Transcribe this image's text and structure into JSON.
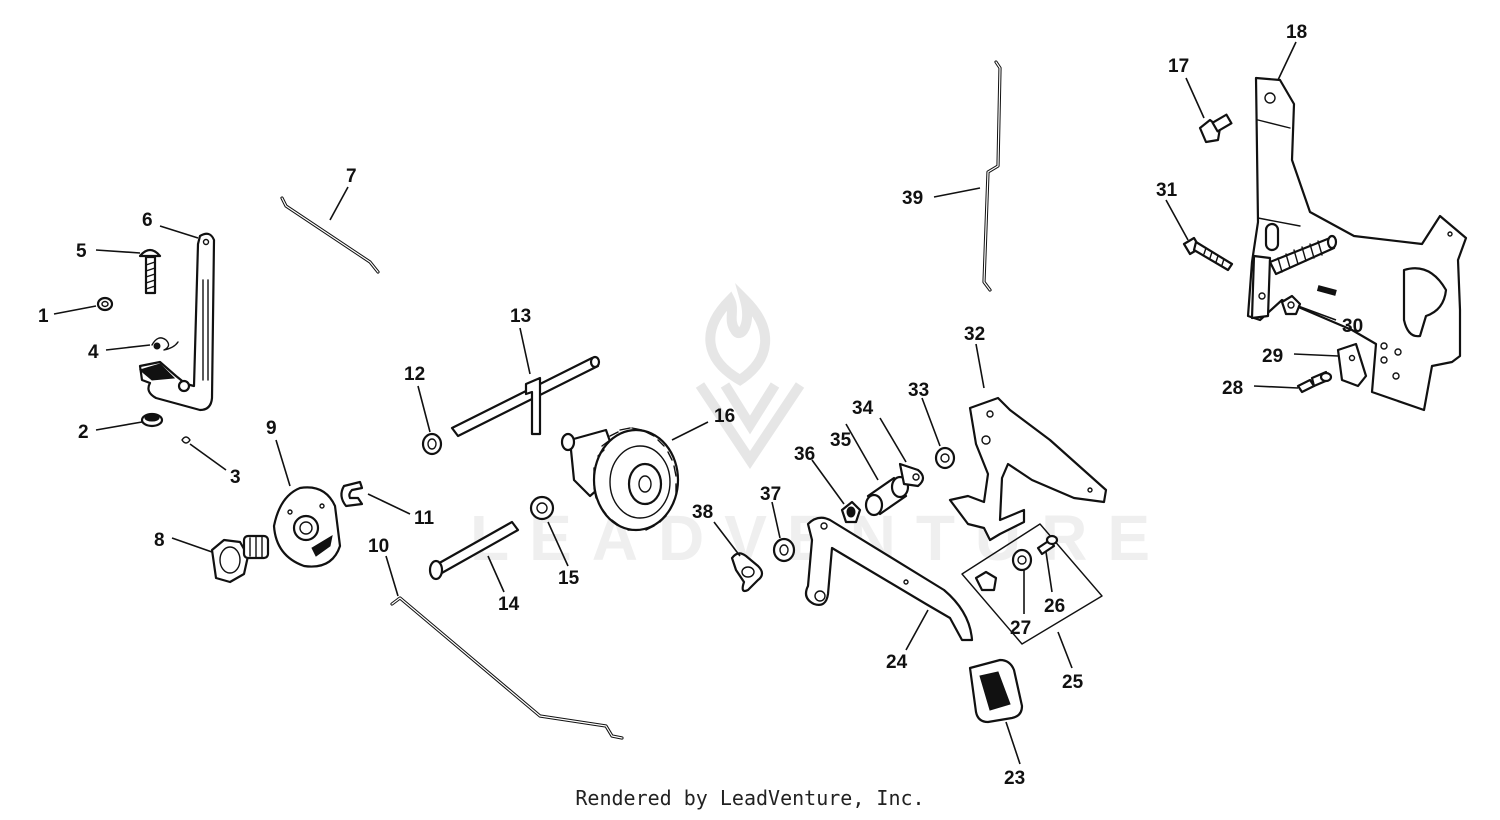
{
  "watermark": "LEADVENTURE",
  "footer": "Rendered by LeadVenture, Inc.",
  "callouts": [
    "1",
    "2",
    "3",
    "4",
    "5",
    "6",
    "7",
    "8",
    "9",
    "10",
    "11",
    "12",
    "13",
    "14",
    "15",
    "16",
    "17",
    "18",
    "23",
    "24",
    "25",
    "26",
    "27",
    "28",
    "29",
    "30",
    "31",
    "32",
    "33",
    "34",
    "35",
    "36",
    "37",
    "38",
    "39"
  ]
}
